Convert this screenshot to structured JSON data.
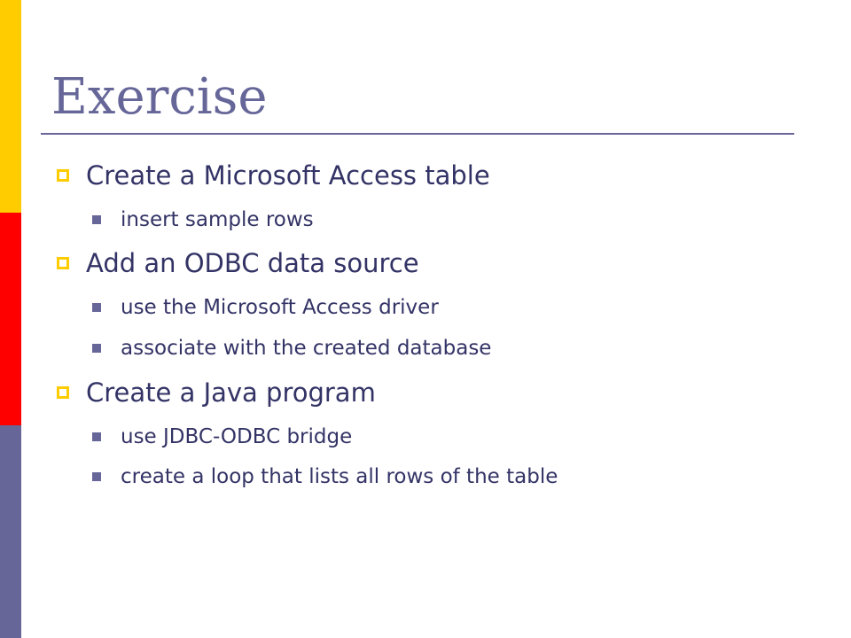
{
  "slide": {
    "title": "Exercise",
    "colors": {
      "accent_yellow": "#ffcc00",
      "accent_red": "#ff0000",
      "accent_purple": "#666699",
      "text": "#333366"
    },
    "bullets": [
      {
        "text": "Create a Microsoft Access table",
        "icon": "hollow-square-bullet-icon",
        "sub": [
          {
            "text": "insert sample rows",
            "icon": "square-bullet-icon"
          }
        ]
      },
      {
        "text": "Add an ODBC data source",
        "icon": "hollow-square-bullet-icon",
        "sub": [
          {
            "text": "use the Microsoft Access driver",
            "icon": "square-bullet-icon"
          },
          {
            "text": "associate with the created database",
            "icon": "square-bullet-icon"
          }
        ]
      },
      {
        "text": "Create a Java program",
        "icon": "hollow-square-bullet-icon",
        "sub": [
          {
            "text": "use JDBC-ODBC bridge",
            "icon": "square-bullet-icon"
          },
          {
            "text": "create a loop that lists all rows of the table",
            "icon": "square-bullet-icon"
          }
        ]
      }
    ]
  }
}
